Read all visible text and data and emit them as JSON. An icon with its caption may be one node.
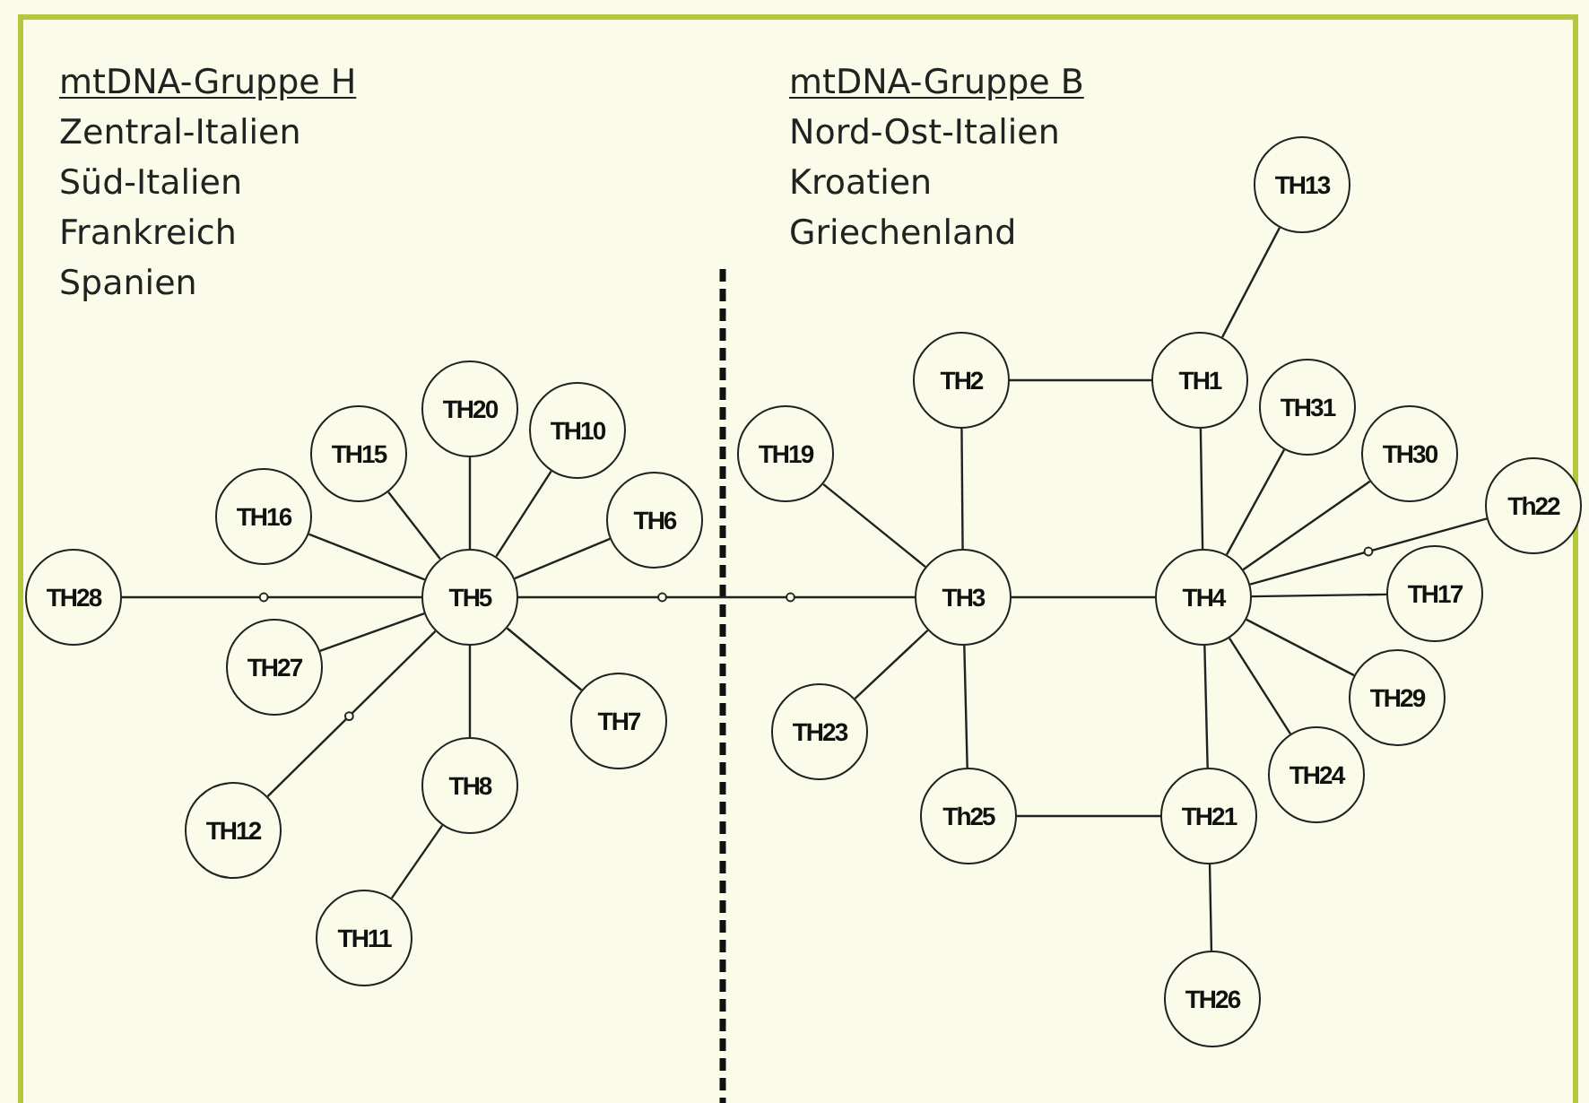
{
  "diagram": {
    "nodes": [
      {
        "text": [
          "TH13"
        ]
      },
      {
        "text": [
          "TH20"
        ]
      },
      {
        "text": [
          "TH10"
        ]
      },
      {
        "text": [
          "TH15"
        ]
      },
      {
        "text": [
          "TH2"
        ]
      },
      {
        "text": [
          "TH1"
        ]
      },
      {
        "text": [
          "TH31"
        ]
      },
      {
        "text": [
          "TH16"
        ]
      },
      {
        "text": [
          "TH6"
        ]
      },
      {
        "text": [
          "TH19"
        ]
      },
      {
        "text": [
          "TH30"
        ]
      },
      {
        "text": [
          "Th22"
        ]
      },
      {
        "text": [
          "TH28"
        ]
      },
      {
        "text": [
          "TH5"
        ]
      },
      {
        "text": [
          "TH3"
        ]
      },
      {
        "text": [
          "TH4"
        ]
      },
      {
        "text": [
          "TH17"
        ]
      },
      {
        "text": [
          "TH27"
        ]
      },
      {
        "text": [
          "TH29"
        ]
      },
      {
        "text": [
          "TH7"
        ]
      },
      {
        "text": [
          "TH23"
        ]
      },
      {
        "text": [
          "TH8"
        ]
      },
      {
        "text": [
          "TH24"
        ]
      },
      {
        "text": [
          "Th25"
        ]
      },
      {
        "text": [
          "TH21"
        ]
      },
      {
        "text": [
          "TH12"
        ]
      },
      {
        "text": [
          "TH11"
        ]
      },
      {
        "text": [
          "TH26"
        ]
      }
    ],
    "edges": [
      {
        "from": 13,
        "to": 12,
        "arrow": "none"
      },
      {
        "from": 13,
        "to": 7,
        "arrow": "none"
      },
      {
        "from": 13,
        "to": 3,
        "arrow": "none"
      },
      {
        "from": 13,
        "to": 1,
        "arrow": "none"
      },
      {
        "from": 13,
        "to": 2,
        "arrow": "none"
      },
      {
        "from": 13,
        "to": 8,
        "arrow": "none"
      },
      {
        "from": 13,
        "to": 17,
        "arrow": "none"
      },
      {
        "from": 13,
        "to": 19,
        "arrow": "none"
      },
      {
        "from": 13,
        "to": 21,
        "arrow": "none"
      },
      {
        "from": 13,
        "to": 25,
        "arrow": "none"
      },
      {
        "from": 21,
        "to": 26,
        "arrow": "none"
      },
      {
        "from": 13,
        "to": 14,
        "arrow": "none"
      },
      {
        "from": 14,
        "to": 9,
        "arrow": "none"
      },
      {
        "from": 14,
        "to": 4,
        "arrow": "none"
      },
      {
        "from": 4,
        "to": 5,
        "arrow": "none"
      },
      {
        "from": 5,
        "to": 0,
        "arrow": "none"
      },
      {
        "from": 5,
        "to": 15,
        "arrow": "none"
      },
      {
        "from": 14,
        "to": 15,
        "arrow": "none"
      },
      {
        "from": 14,
        "to": 20,
        "arrow": "none"
      },
      {
        "from": 14,
        "to": 23,
        "arrow": "none"
      },
      {
        "from": 23,
        "to": 24,
        "arrow": "none"
      },
      {
        "from": 24,
        "to": 15,
        "arrow": "none"
      },
      {
        "from": 24,
        "to": 27,
        "arrow": "none"
      },
      {
        "from": 15,
        "to": 6,
        "arrow": "none"
      },
      {
        "from": 15,
        "to": 10,
        "arrow": "none"
      },
      {
        "from": 15,
        "to": 11,
        "arrow": "none"
      },
      {
        "from": 15,
        "to": 16,
        "arrow": "none"
      },
      {
        "from": 15,
        "to": 18,
        "arrow": "none"
      },
      {
        "from": 15,
        "to": 22,
        "arrow": "none"
      }
    ],
    "labels": [
      "mtDNA-Gruppe H",
      "Zentral-Italien",
      "Süd-Italien",
      "Frankreich",
      "Spanien",
      "mtDNA-Gruppe B",
      "Nord-Ost-Italien",
      "Kroatien",
      "Griechenland"
    ]
  }
}
